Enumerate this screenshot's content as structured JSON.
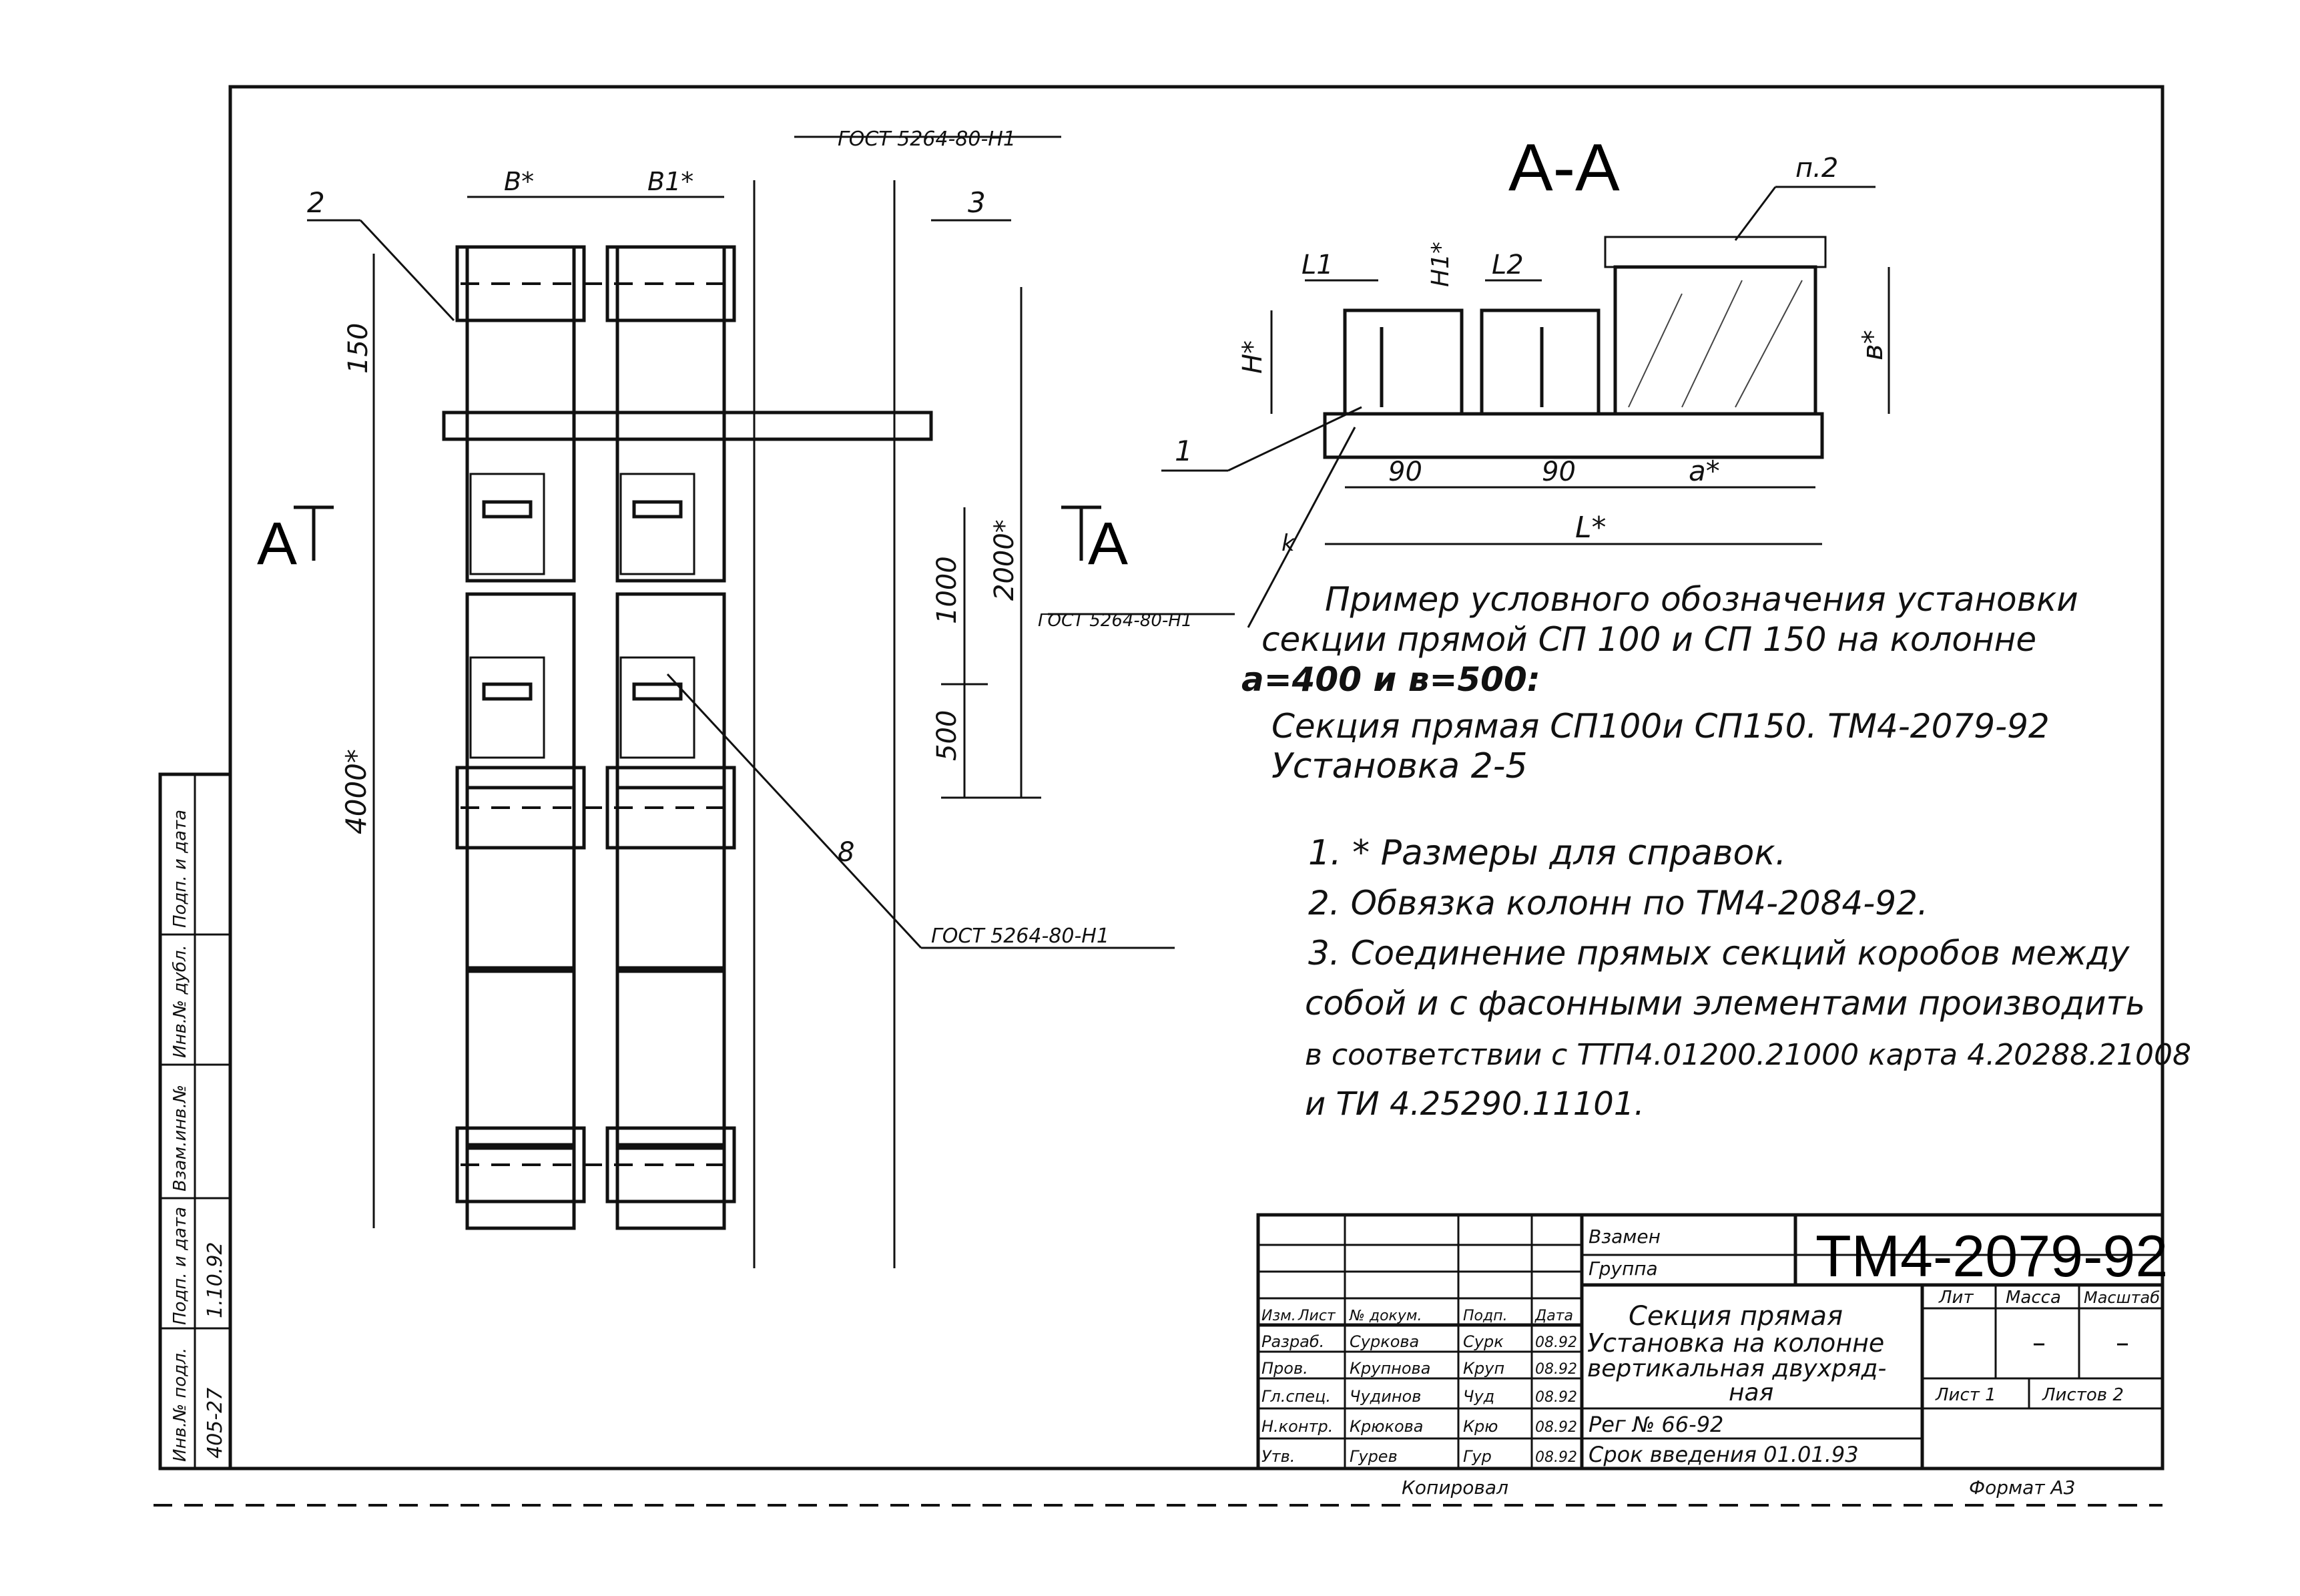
{
  "view_labels": {
    "section_title": "А-А",
    "section_left": "А",
    "section_right": "А"
  },
  "left_view": {
    "callout_2": "2",
    "callout_3": "3",
    "callout_8": "8",
    "dim_b": "В*",
    "dim_b1": "В1*",
    "dim_150": "150",
    "dim_1000": "1000",
    "dim_2000": "2000*",
    "dim_500": "500",
    "dim_4000": "4000*",
    "weld_top": "ГОСТ 5264-80-Н1",
    "weld_mid": "ГОСТ 5264-80-Н1",
    "weld_bottom": "ГОСТ 5264-80-Н1",
    "small_label": "k"
  },
  "section_view": {
    "callout_1": "1",
    "callout_p2": "п.2",
    "dim_l1": "L1",
    "dim_l2": "L2",
    "dim_h": "Н*",
    "dim_h1": "Н1*",
    "dim_b": "в*",
    "dim_90a": "90",
    "dim_90b": "90",
    "dim_a": "а*",
    "dim_L": "L*",
    "weld_k": "k"
  },
  "example": {
    "line1": "Пример условного обозначения установки",
    "line2": "секции прямой СП 100 и СП 150 на колонне",
    "line3": "а=400 и в=500:",
    "line4": "Секция прямая СП100и СП150. ТМ4-2079-92",
    "line5": "Установка 2-5"
  },
  "notes": [
    "1. * Размеры для справок.",
    "2. Обвязка колонн по ТМ4-2084-92.",
    "3. Соединение прямых секций коробов между",
    "собой и с фасонными элементами производить",
    "в соответствии с ТТП4.01200.21000 карта 4.20288.21008",
    "и ТИ 4.25290.11101."
  ],
  "side_stamp": {
    "col1": "Инв.№ подл.",
    "col1_val": "405-27",
    "col2": "Подп. и дата",
    "col2_val": "1.10.92",
    "col3": "Взам.инв.№",
    "col4": "Инв.№ дубл.",
    "col5": "Подп. и дата"
  },
  "title_block": {
    "code": "ТМ4-2079-92",
    "vzamen": "Взамен",
    "gruppa": "Группа",
    "title_l1": "Секция прямая",
    "title_l2": "Установка на колонне",
    "title_l3": "вертикальная двухряд-",
    "title_l4": "ная",
    "reg": "Рег № 66-92",
    "srok": "Срок введения 01.01.93",
    "hdr_izm": "Изм.",
    "hdr_list": "Лист",
    "hdr_doc": "№ докум.",
    "hdr_podp": "Подп.",
    "hdr_data": "Дата",
    "lit": "Лит",
    "massa": "Масса",
    "masshtab": "Масштаб",
    "massa_val": "–",
    "masshtab_val": "–",
    "list": "Лист 1",
    "listov": "Листов 2",
    "rows": [
      {
        "role": "Разраб.",
        "name": "Суркова",
        "sign": "Сурк",
        "date": "08.92"
      },
      {
        "role": "Пров.",
        "name": "Крупнова",
        "sign": "Круп",
        "date": "08.92"
      },
      {
        "role": "Гл.спец.",
        "name": "Чудинов",
        "sign": "Чуд",
        "date": "08.92"
      },
      {
        "role": "Н.контр.",
        "name": "Крюкова",
        "sign": "Крю",
        "date": "08.92"
      },
      {
        "role": "Утв.",
        "name": "Гурев",
        "sign": "Гур",
        "date": "08.92"
      }
    ]
  },
  "footer": {
    "copied": "Копировал",
    "format": "Формат А3"
  }
}
